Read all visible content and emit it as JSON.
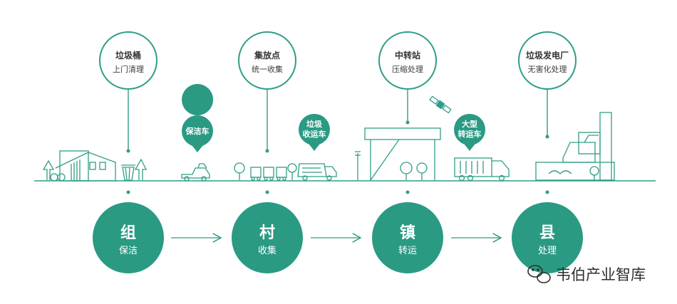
{
  "colors": {
    "accent": "#2a9a83",
    "line": "#2f9d87",
    "text": "#333333"
  },
  "facilities": [
    {
      "title": "垃圾桶",
      "subtitle": "上门清理"
    },
    {
      "title": "集放点",
      "subtitle": "统一收集"
    },
    {
      "title": "中转站",
      "subtitle": "压缩处理"
    },
    {
      "title": "垃圾发电厂",
      "subtitle": "无害化处理"
    }
  ],
  "vehicles": [
    {
      "line1": "保洁车",
      "line2": ""
    },
    {
      "line1": "垃圾",
      "line2": "收运车"
    },
    {
      "line1": "大型",
      "line2": "转运车"
    }
  ],
  "stages": [
    {
      "title": "组",
      "subtitle": "保洁"
    },
    {
      "title": "村",
      "subtitle": "收集"
    },
    {
      "title": "镇",
      "subtitle": "转运"
    },
    {
      "title": "县",
      "subtitle": "处理"
    }
  ],
  "watermark": {
    "text": "韦伯产业智库",
    "icon": "wechat-icon"
  }
}
